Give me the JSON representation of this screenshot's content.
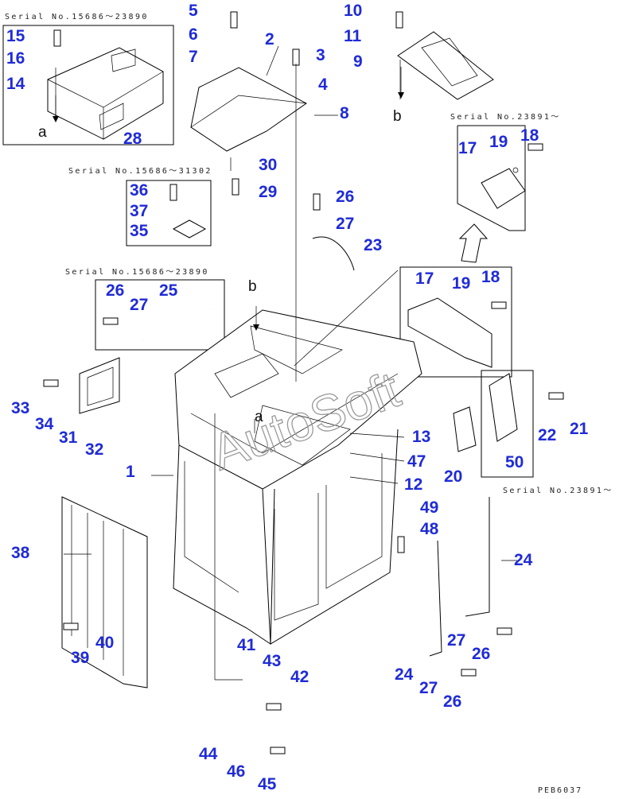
{
  "serials": {
    "s1": "Serial No.15686〜23890",
    "s2": "Serial No.23891〜",
    "s3": "Serial No.15686〜31302",
    "s4": "Serial No.15686〜23890",
    "s5": "Serial No.23891〜"
  },
  "letters": {
    "a": "a",
    "b": "b"
  },
  "watermark": "AutoSoft",
  "code": "PEB6037",
  "callouts": {
    "n1": "1",
    "n2": "2",
    "n3": "3",
    "n4": "4",
    "n5": "5",
    "n6": "6",
    "n7": "7",
    "n8": "8",
    "n9": "9",
    "n10": "10",
    "n11": "11",
    "n12": "12",
    "n13": "13",
    "n14": "14",
    "n15": "15",
    "n16": "16",
    "n17": "17",
    "n18": "18",
    "n19": "19",
    "n20": "20",
    "n21": "21",
    "n22": "22",
    "n23": "23",
    "n24": "24",
    "n25": "25",
    "n26": "26",
    "n27": "27",
    "n28": "28",
    "n29": "29",
    "n30": "30",
    "n31": "31",
    "n32": "32",
    "n33": "33",
    "n34": "34",
    "n35": "35",
    "n36": "36",
    "n37": "37",
    "n38": "38",
    "n39": "39",
    "n40": "40",
    "n41": "41",
    "n42": "42",
    "n43": "43",
    "n44": "44",
    "n45": "45",
    "n46": "46",
    "n47": "47",
    "n48": "48",
    "n49": "49",
    "n50": "50"
  }
}
